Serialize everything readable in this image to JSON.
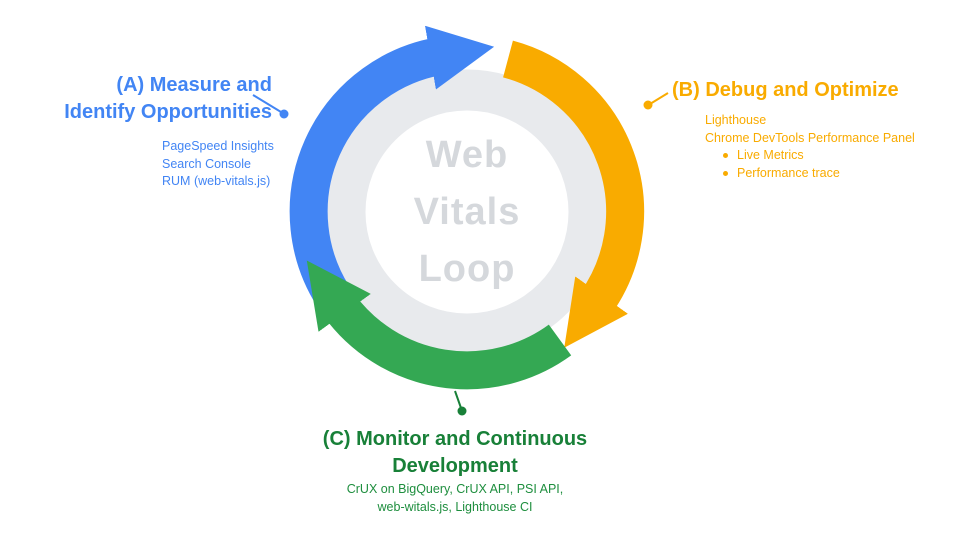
{
  "center": {
    "line1": "Web",
    "line2": "Vitals",
    "line3": "Loop"
  },
  "section_a": {
    "heading_line1": "(A) Measure and",
    "heading_line2": "Identify Opportunities",
    "items": [
      "PageSpeed Insights",
      "Search Console",
      "RUM (web-vitals.js)"
    ]
  },
  "section_b": {
    "heading": "(B) Debug and Optimize",
    "items": [
      "Lighthouse",
      "Chrome DevTools Performance Panel"
    ],
    "bullets": [
      "Live Metrics",
      "Performance trace"
    ]
  },
  "section_c": {
    "heading_line1": "(C) Monitor and Continuous",
    "heading_line2": "Development",
    "items_line1": "CrUX on BigQuery, CrUX API, PSI API,",
    "items_line2": "web-witals.js, Lighthouse CI"
  },
  "colors": {
    "blue": "#4285F4",
    "orange": "#F9AB00",
    "green_arc": "#34A853",
    "green_heading": "#188038",
    "green_sub": "#1E8E3E",
    "ring_gray": "#E8EAED",
    "center_text_gray": "#D5D8DC"
  }
}
